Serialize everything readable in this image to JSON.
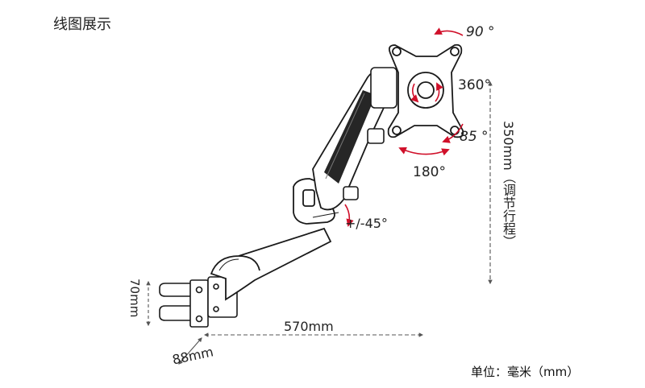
{
  "header": {
    "title": "线图展示"
  },
  "angles": {
    "tilt_up": "90 °",
    "rotate": "360°",
    "tilt_down": "85 °",
    "swivel": "180°",
    "elbow": "+/-45°"
  },
  "dimensions": {
    "height_travel": "350mm（调节行程）",
    "reach": "570mm",
    "clamp_depth": "88mm",
    "clamp_height": "70mm"
  },
  "footer": {
    "unit": "单位：毫米（mm）"
  },
  "colors": {
    "line": "#1a1a1a",
    "arrow": "#d0102a",
    "dim": "#555555"
  }
}
